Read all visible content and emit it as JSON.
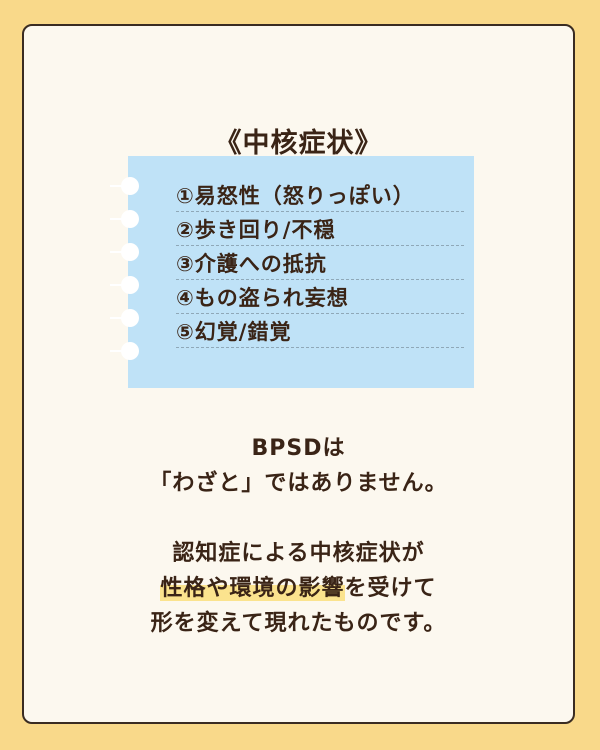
{
  "title": "《中核症状》",
  "list": {
    "items": [
      "①易怒性（怒りっぽい）",
      "②歩き回り/不穏",
      "③介護への抵抗",
      "④もの盗られ妄想",
      "⑤幻覚/錯覚"
    ]
  },
  "message": {
    "line1": "BPSDは",
    "line2": "「わざと」ではありません。",
    "line3": "認知症による中核症状が",
    "line4_highlight": "性格や環境の影響",
    "line4_rest": "を受けて",
    "line5": "形を変えて現れたものです。"
  },
  "colors": {
    "background": "#f9d98a",
    "card": "#fcf8ef",
    "notepad": "#bfe2f7",
    "text": "#3a2416",
    "highlight": "#fbe38e"
  },
  "icons": {
    "notepad_rings": "spiral-binding-icon"
  }
}
